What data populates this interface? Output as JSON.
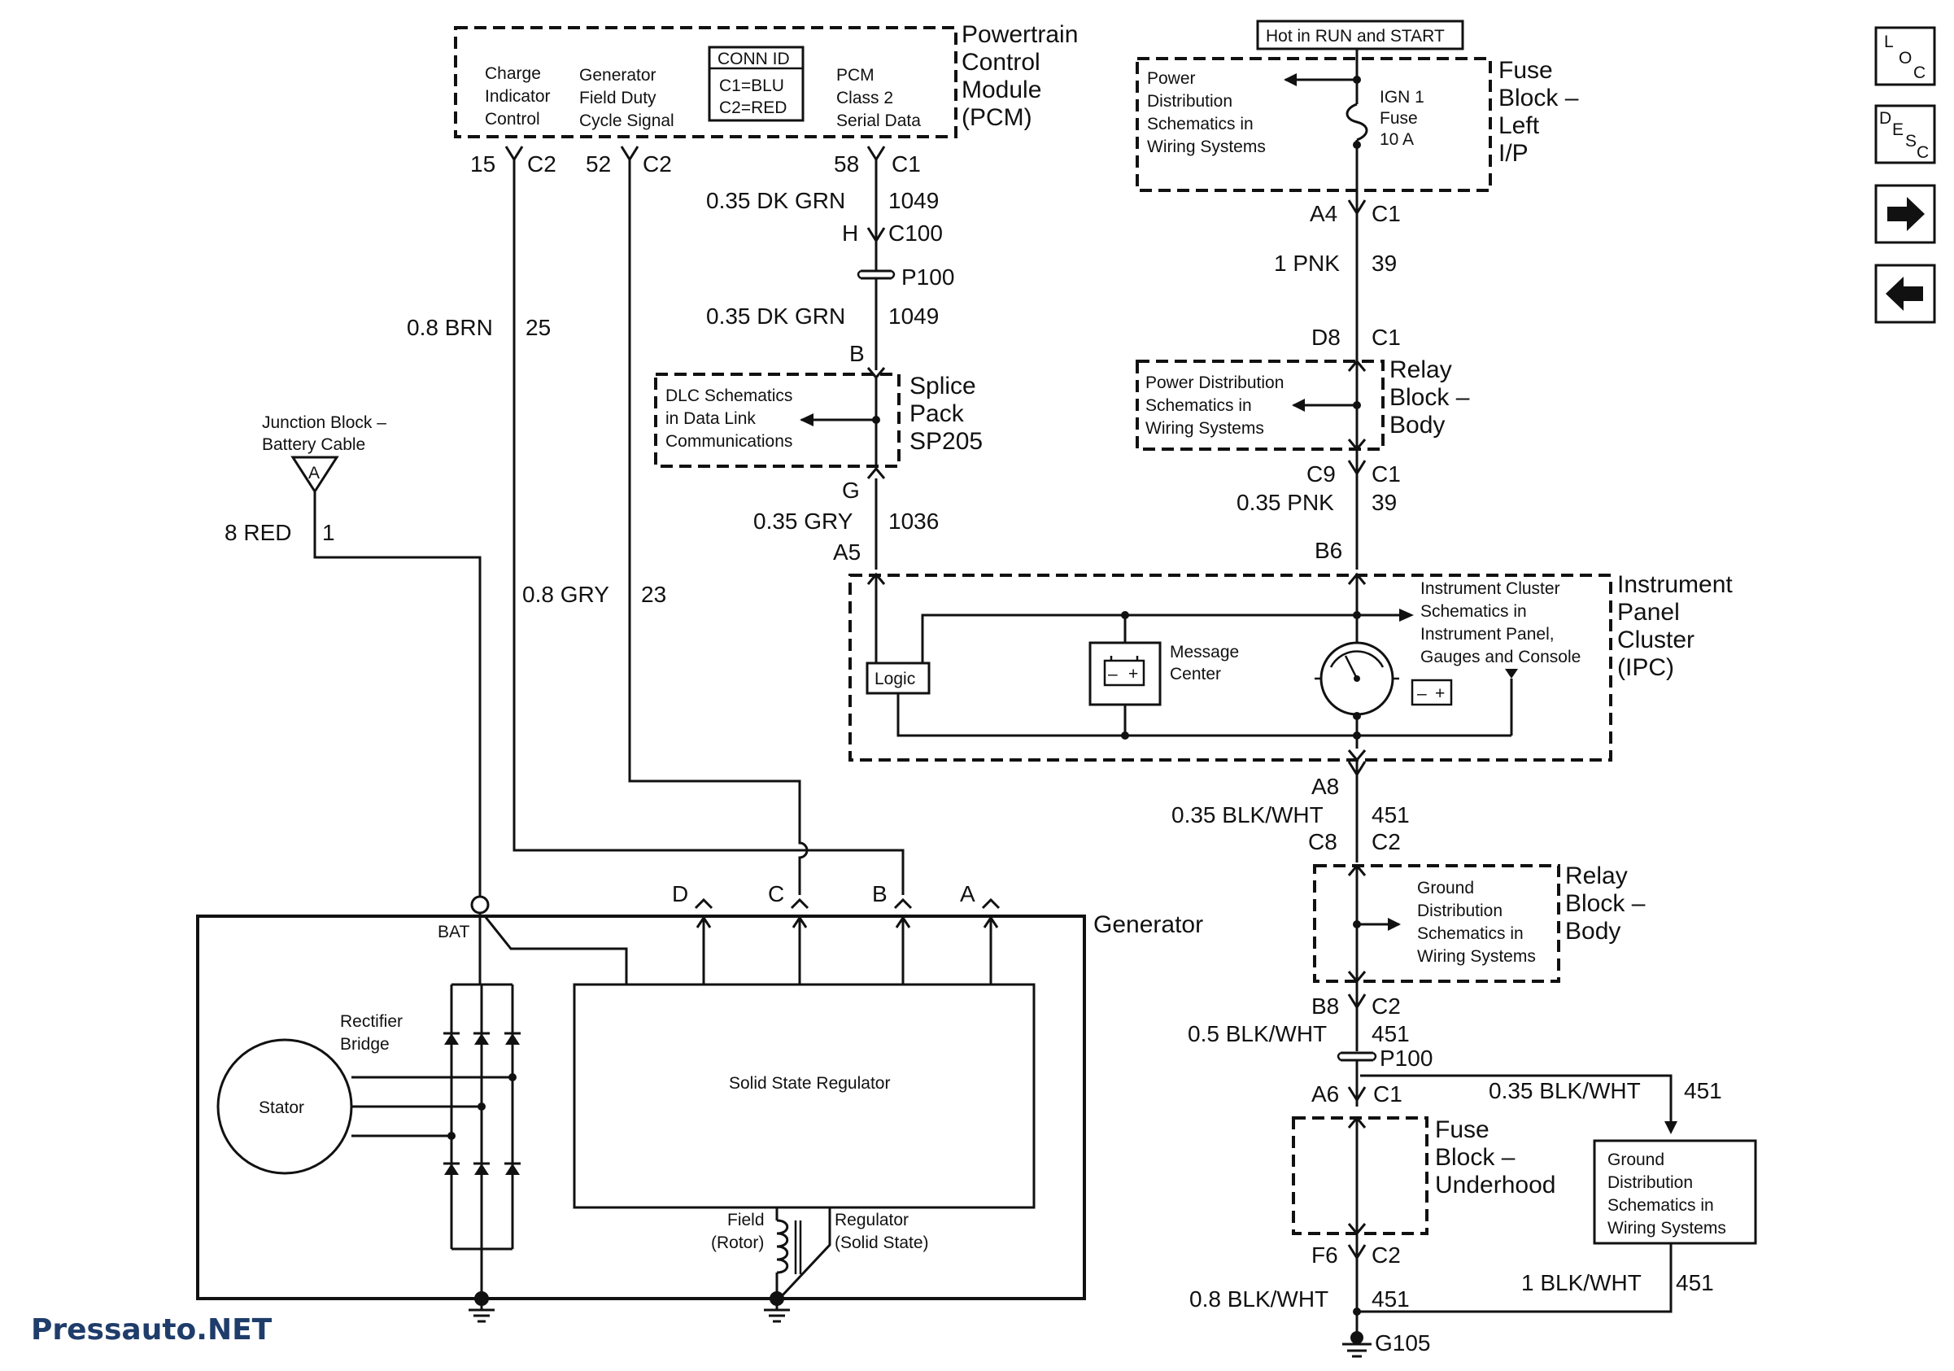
{
  "pcm": {
    "title": [
      "Powertrain",
      "Control",
      "Module",
      "(PCM)"
    ],
    "charge": [
      "Charge",
      "Indicator",
      "Control"
    ],
    "gen_field": [
      "Generator",
      "Field Duty",
      "Cycle Signal"
    ],
    "conn_id": [
      "CONN ID",
      "C1=BLU",
      "C2=RED"
    ],
    "serial": [
      "PCM",
      "Class 2",
      "Serial Data"
    ],
    "pin15": "15",
    "pin15c": "C2",
    "pin52": "52",
    "pin52c": "C2",
    "pin58": "58",
    "pin58c": "C1"
  },
  "wires": {
    "brn": "0.8 BRN",
    "brn_n": "25",
    "gry": "0.8 GRY",
    "gry_n": "23",
    "red": "8 RED",
    "red_n": "1",
    "dkgrn1": "0.35 DK GRN",
    "dkgrn1_n": "1049",
    "dkgrn2": "0.35 DK GRN",
    "dkgrn2_n": "1049",
    "gry035": "0.35 GRY",
    "gry035_n": "1036",
    "pnk1": "1 PNK",
    "pnk1_n": "39",
    "pnk035": "0.35 PNK",
    "pnk035_n": "39",
    "bw1": "0.35 BLK/WHT",
    "bw1_n": "451",
    "bw2": "0.5 BLK/WHT",
    "bw2_n": "451",
    "bw3": "0.35 BLK/WHT",
    "bw3_n": "451",
    "bw4": "0.8 BLK/WHT",
    "bw4_n": "451",
    "bw5": "1 BLK/WHT",
    "bw5_n": "451"
  },
  "pins": {
    "h": "H",
    "c100": "C100",
    "p100a": "P100",
    "b": "B",
    "g": "G",
    "a5": "A5",
    "a4": "A4",
    "a4c": "C1",
    "d8": "D8",
    "d8c": "C1",
    "c9": "C9",
    "c9c": "C1",
    "b6": "B6",
    "a8": "A8",
    "c8": "C8",
    "c8c": "C2",
    "b8": "B8",
    "b8c": "C2",
    "p100b": "P100",
    "a6": "A6",
    "a6c": "C1",
    "f6": "F6",
    "f6c": "C2",
    "g105": "G105"
  },
  "splice": {
    "title": [
      "Splice",
      "Pack",
      "SP205"
    ],
    "dlc": [
      "DLC Schematics",
      "in Data Link",
      "Communications"
    ]
  },
  "junction": {
    "lines": [
      "Junction Block –",
      "Battery Cable"
    ],
    "letter": "A"
  },
  "fuse_ip": {
    "hot": "Hot in RUN and START",
    "power": [
      "Power",
      "Distribution",
      "Schematics in",
      "Wiring Systems"
    ],
    "fuse": [
      "IGN 1",
      "Fuse",
      "10 A"
    ],
    "title": [
      "Fuse",
      "Block –",
      "Left",
      "I/P"
    ]
  },
  "relay_body1": {
    "power": [
      "Power Distribution",
      "Schematics in",
      "Wiring Systems"
    ],
    "title": [
      "Relay",
      "Block –",
      "Body"
    ]
  },
  "ipc": {
    "title": [
      "Instrument",
      "Panel",
      "Cluster",
      "(IPC)"
    ],
    "ref": [
      "Instrument Cluster",
      "Schematics in",
      "Instrument Panel,",
      "Gauges and Console"
    ],
    "logic": "Logic",
    "msg": [
      "Message",
      "Center"
    ]
  },
  "relay_body2": {
    "ground": [
      "Ground",
      "Distribution",
      "Schematics in",
      "Wiring Systems"
    ],
    "title": [
      "Relay",
      "Block –",
      "Body"
    ]
  },
  "fuse_uh": {
    "title": [
      "Fuse",
      "Block –",
      "Underhood"
    ]
  },
  "ground_ref": {
    "lines": [
      "Ground",
      "Distribution",
      "Schematics in",
      "Wiring Systems"
    ]
  },
  "generator": {
    "title": "Generator",
    "d": "D",
    "c": "C",
    "b": "B",
    "a": "A",
    "bat": "BAT",
    "rectifier": [
      "Rectifier",
      "Bridge"
    ],
    "stator": "Stator",
    "regulator": "Solid State Regulator",
    "field": [
      "Field",
      "(Rotor)"
    ],
    "reg_ss": [
      "Regulator",
      "(Solid State)"
    ]
  },
  "nav": {
    "loc": [
      "L",
      "O",
      "C"
    ],
    "desc": [
      "D",
      "E",
      "S",
      "C"
    ],
    "next_icon": "arrow-right-icon",
    "prev_icon": "arrow-left-icon"
  },
  "watermark": "Pressauto.NET"
}
